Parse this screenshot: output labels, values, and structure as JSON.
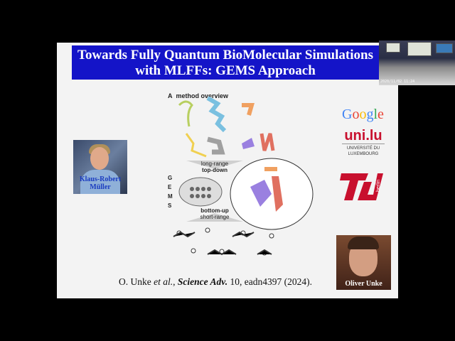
{
  "slide": {
    "title_line1": "Towards Fully Quantum BioMolecular Simulations",
    "title_line2": "with MLFFs: GEMS Approach",
    "figure": {
      "panel": "A",
      "heading": "method overview",
      "top_label_1": "long-range",
      "top_label_2": "top-down",
      "gems_letters": [
        "G",
        "E",
        "M",
        "S"
      ],
      "bottom_label_1": "bottom-up",
      "bottom_label_2": "short-range"
    },
    "speaker_left": "Klaus-Robert Müller",
    "speaker_right": "Oliver Unke",
    "citation": {
      "authors": "O. Unke ",
      "etal": "et al.",
      "sep": ", ",
      "journal": "Science Adv.",
      "rest": " 10, eadn4397 (2024)."
    },
    "logos": {
      "google": "Google",
      "unilu_mark": "uni.lu",
      "unilu_line1": "UNIVERSITÉ DU",
      "unilu_line2": "LUXEMBOURG",
      "tu": "TU berlin"
    }
  },
  "camera": {
    "timestamp": "2020/11/02 11:24"
  },
  "colors": {
    "title_bg": "#1414c8",
    "slide_bg": "#f3f3f3",
    "tu_red": "#c8102e"
  }
}
